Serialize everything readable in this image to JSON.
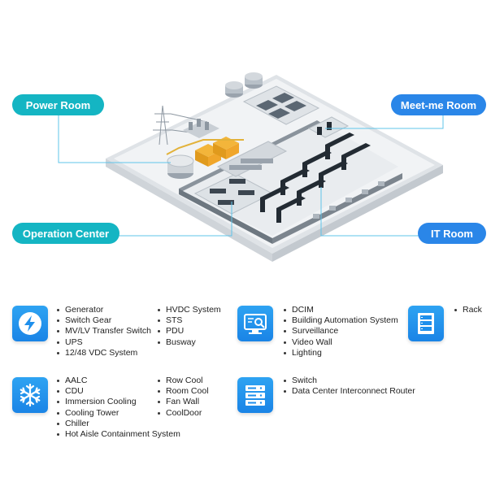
{
  "callouts": {
    "power_room": "Power Room",
    "meet_me_room": "Meet-me Room",
    "operation_center": "Operation Center",
    "it_room": "IT Room"
  },
  "colors": {
    "callout_left": "#11b6c4",
    "callout_right": "#2a86e8",
    "icon_blue": "#1e8fec",
    "leader_line": "#5fc4ea"
  },
  "categories": {
    "power": {
      "icon": "lightning-bolt-icon",
      "col1": [
        "Generator",
        "Switch Gear",
        "MV/LV Transfer Switch",
        "UPS",
        "12/48 VDC System"
      ],
      "col2": [
        "HVDC System",
        "STS",
        "PDU",
        "Busway"
      ]
    },
    "monitoring": {
      "icon": "monitor-magnifier-icon",
      "col1": [
        "DCIM",
        "Building Automation System",
        "Surveillance",
        "Video Wall",
        "Lighting"
      ]
    },
    "rack": {
      "icon": "server-rack-icon",
      "col1": [
        "Rack"
      ]
    },
    "cooling": {
      "icon": "snowflake-icon",
      "col1": [
        "AALC",
        "CDU",
        "Immersion Cooling",
        "Cooling Tower",
        "Chiller",
        "Hot Aisle Containment System"
      ],
      "col2": [
        "Row Cool",
        "Room Cool",
        "Fan Wall",
        "CoolDoor"
      ]
    },
    "network": {
      "icon": "network-switch-icon",
      "col1": [
        "Switch",
        "Data Center Interconnect Router"
      ]
    }
  }
}
